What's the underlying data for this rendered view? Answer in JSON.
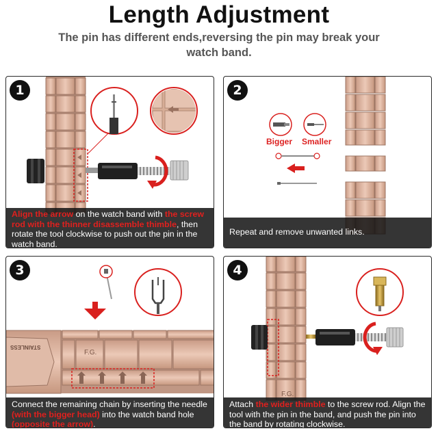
{
  "title": "Length Adjustment",
  "subtitle": "The pin has different ends,reversing the pin may break your watch band.",
  "colors": {
    "accent": "#d9201e",
    "band": "#d9b09c",
    "caption_bg": "#1a1a1a"
  },
  "steps": [
    {
      "number": "1",
      "caption": [
        {
          "text": "Align the arrow",
          "red": true
        },
        {
          "text": " on the watch band with ",
          "red": false
        },
        {
          "text": "the screw rod with the thinner disassemble thimble",
          "red": true
        },
        {
          "text": ", then rotate the tool clockwise to push out the pin in the watch band.",
          "red": false
        }
      ]
    },
    {
      "number": "2",
      "labels": {
        "bigger": "Bigger",
        "smaller": "Smaller"
      },
      "caption": [
        {
          "text": "Repeat and remove unwanted links.",
          "red": false
        }
      ]
    },
    {
      "number": "3",
      "band_text": {
        "brand": "F.G.",
        "clasp": "STAINLESS"
      },
      "caption": [
        {
          "text": "Connect the remaining chain by inserting the needle ",
          "red": false
        },
        {
          "text": "(with the bigger head)",
          "red": true
        },
        {
          "text": " into the watch band hole ",
          "red": false
        },
        {
          "text": "(opposite the arrow)",
          "red": true
        },
        {
          "text": ".",
          "red": false
        }
      ]
    },
    {
      "number": "4",
      "band_text": {
        "brand": "F.G."
      },
      "caption": [
        {
          "text": "Attach ",
          "red": false
        },
        {
          "text": "the wider thimble",
          "red": true
        },
        {
          "text": " to the screw rod. Align the tool with the pin in the band, and push the pin into the band by rotating clockwise.",
          "red": false
        }
      ]
    }
  ]
}
